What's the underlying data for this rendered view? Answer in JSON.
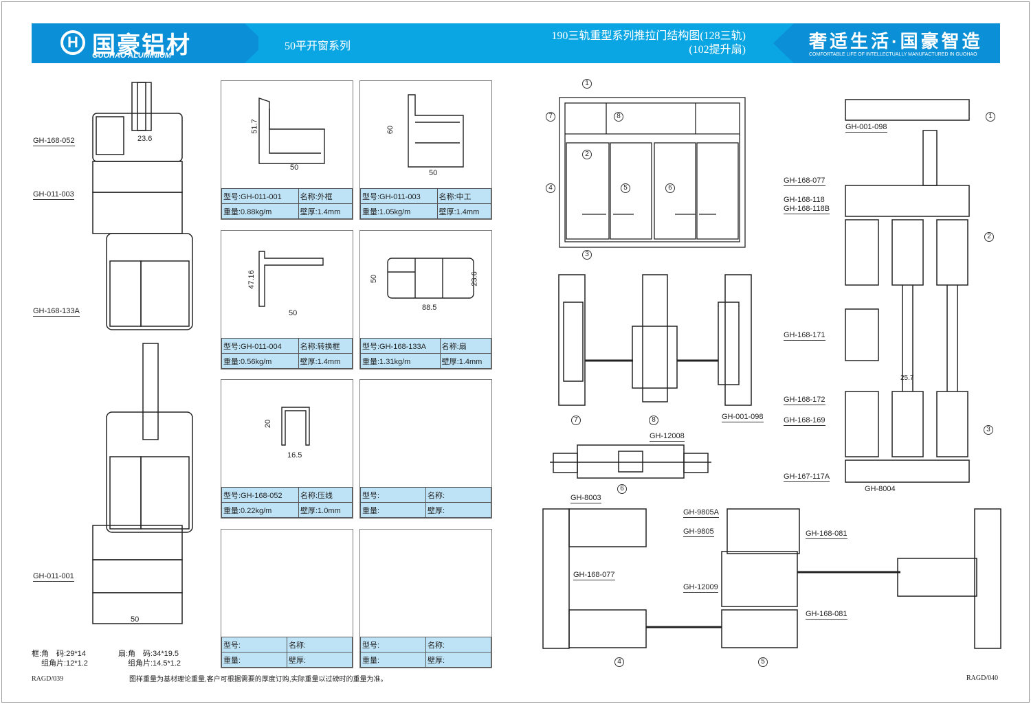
{
  "header": {
    "logo_cn": "国豪铝材",
    "logo_en": "GUOHAO ALUMINIUM",
    "series": "50平开窗系列",
    "title_line1": "190三轨重型系列推拉门结构图(128三轨)",
    "title_line2": "(102提升扇)",
    "slogan_cn": "奢适生活·国豪智造",
    "slogan_en": "COMFORTABLE LIFE OF INTELLECTUALLY MANUFACTURED IN GUOHAO"
  },
  "left_labels": [
    "GH-168-052",
    "GH-011-003",
    "GH-168-133A",
    "GH-011-001"
  ],
  "left_dims": [
    "23.6",
    "50"
  ],
  "corner_notes": {
    "frame_line1": "框:角　码:29*14",
    "frame_line2": "组角片:12*1.2",
    "sash_line1": "扇:角　码:34*19.5",
    "sash_line2": "组角片:14.5*1.2"
  },
  "cards": [
    {
      "model": "型号:GH-011-001",
      "name": "名称:外框",
      "weight": "重量:0.88kg/m",
      "thick": "壁厚:1.4mm",
      "dims": [
        "51.7",
        "50"
      ]
    },
    {
      "model": "型号:GH-011-003",
      "name": "名称:中工",
      "weight": "重量:1.05kg/m",
      "thick": "壁厚:1.4mm",
      "dims": [
        "60",
        "50"
      ]
    },
    {
      "model": "型号:GH-011-004",
      "name": "名称:转换框",
      "weight": "重量:0.56kg/m",
      "thick": "壁厚:1.4mm",
      "dims": [
        "47.16",
        "50"
      ]
    },
    {
      "model": "型号:GH-168-133A",
      "name": "名称:扇",
      "weight": "重量:1.31kg/m",
      "thick": "壁厚:1.4mm",
      "dims": [
        "50",
        "88.5",
        "23.6"
      ]
    },
    {
      "model": "型号:GH-168-052",
      "name": "名称:压线",
      "weight": "重量:0.22kg/m",
      "thick": "壁厚:1.0mm",
      "dims": [
        "20",
        "16.5"
      ]
    },
    {
      "model": "型号:",
      "name": "名称:",
      "weight": "重量:",
      "thick": "壁厚:"
    },
    {
      "model": "型号:",
      "name": "名称:",
      "weight": "重量:",
      "thick": "壁厚:"
    },
    {
      "model": "型号:",
      "name": "名称:",
      "weight": "重量:",
      "thick": "壁厚:"
    }
  ],
  "right_labels": {
    "r1": "GH-001-098",
    "r2": "GH-168-077",
    "r3": "GH-168-118",
    "r4": "GH-168-118B",
    "r5": "GH-168-171",
    "r6": "GH-168-172",
    "r7": "GH-168-169",
    "r8": "GH-167-117A",
    "r9": "GH-8004",
    "r10": "GH-001-098",
    "r11": "GH-12008",
    "r12": "GH-8003",
    "r13": "GH-9805A",
    "r14": "GH-9805",
    "r15": "GH-168-081",
    "r16": "GH-168-077",
    "r17": "GH-12009",
    "r18": "GH-168-081",
    "dim": "25.7"
  },
  "callouts": [
    "1",
    "2",
    "3",
    "4",
    "5",
    "6",
    "7",
    "8"
  ],
  "footer": {
    "page_left": "RAGD/039",
    "note": "图样重量为基材理论重量,客户可根据需要的厚度订购,实际重量以过磅时的重量为准。",
    "page_right": "RAGD/040"
  }
}
